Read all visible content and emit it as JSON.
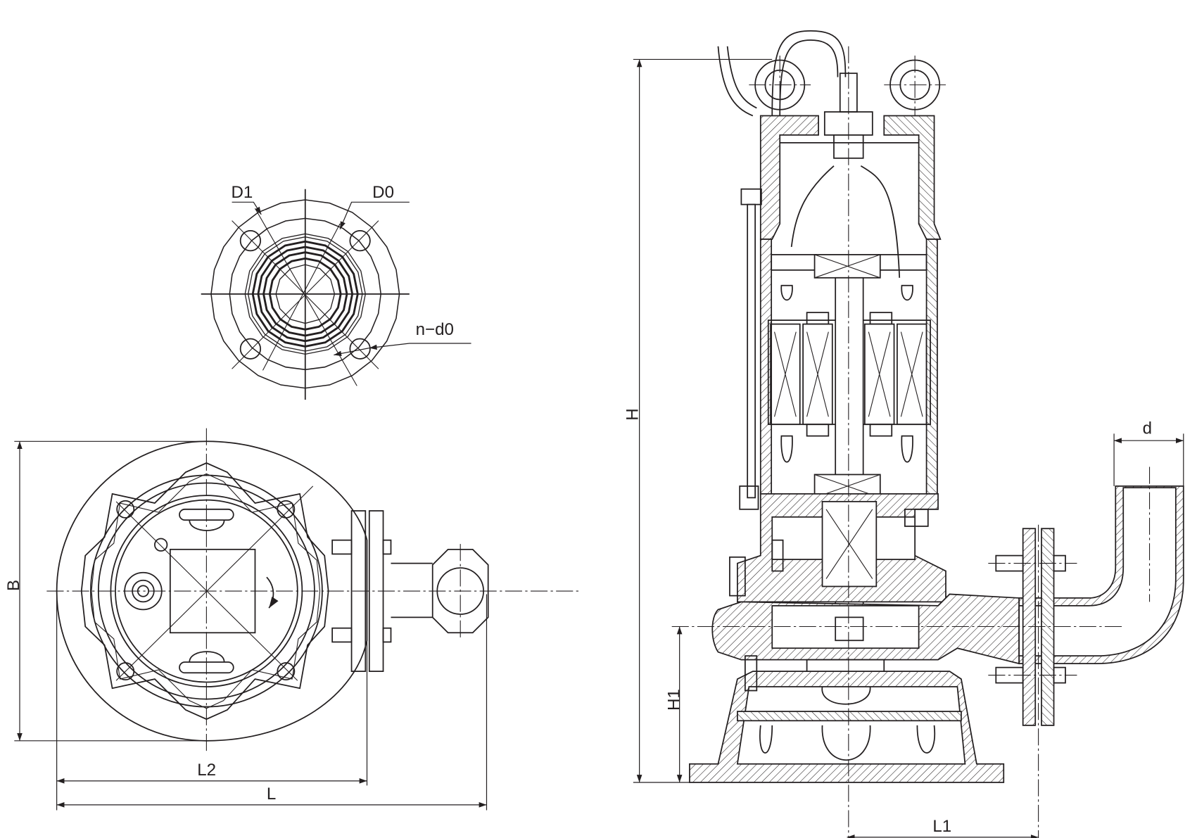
{
  "drawing": {
    "title": "Submersible sewage pump outline dimensions",
    "flange_view": {
      "labels": {
        "d1": "D1",
        "d0": "D0",
        "bolt_holes": "n−d0"
      }
    },
    "top_view": {
      "labels": {
        "width": "B",
        "l2": "L2",
        "length": "L"
      }
    },
    "side_view": {
      "labels": {
        "height": "H",
        "h1": "H1",
        "outlet_diameter": "d",
        "l1": "L1"
      }
    }
  },
  "colors": {
    "line": "#231f20",
    "background": "#ffffff"
  }
}
